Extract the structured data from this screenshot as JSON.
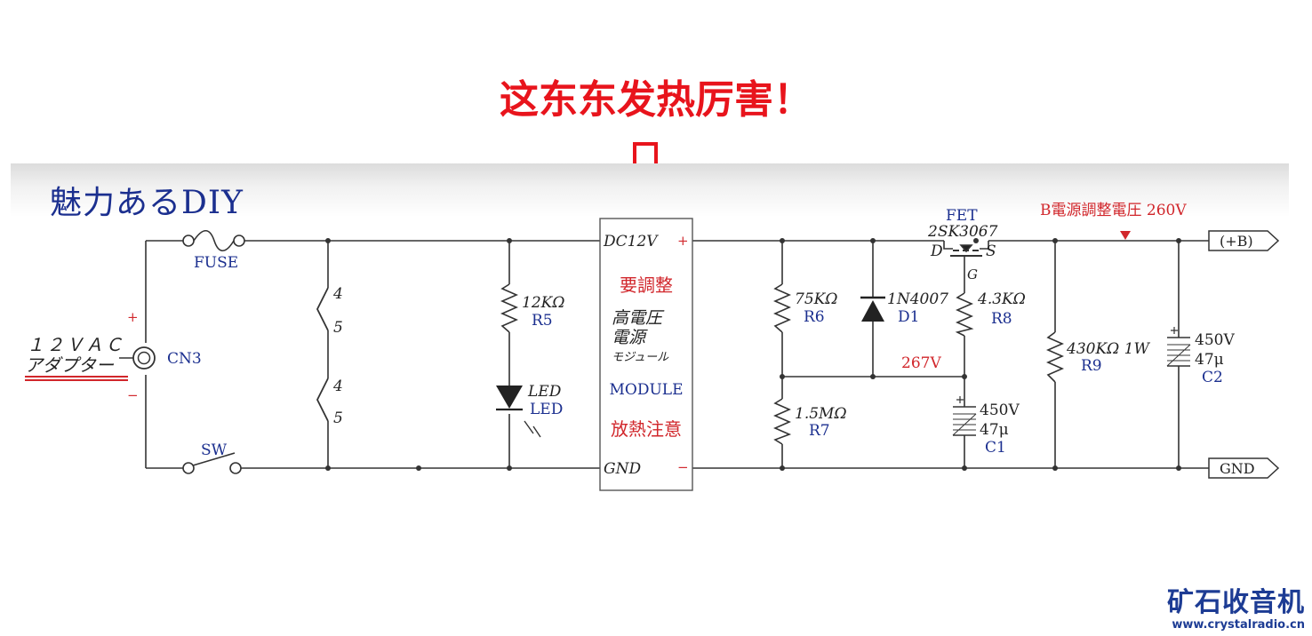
{
  "annotation": {
    "text": "这东东发热厉害！",
    "color": "#e8141c"
  },
  "diagram": {
    "title": "魅力あるDIY",
    "input": {
      "line1": "１２ＶＡＣ",
      "line2": "アダプター",
      "connector": "CN3",
      "plus": "+",
      "minus": "−"
    },
    "fuse": "FUSE",
    "switch": "SW",
    "thermal": {
      "a": "4",
      "b": "5",
      "c": "4",
      "d": "5"
    },
    "r5": {
      "value": "12KΩ",
      "ref": "R5"
    },
    "led": {
      "value": "LED",
      "ref": "LED"
    },
    "module": {
      "in": "DC12V",
      "gnd": "GND",
      "plus": "+",
      "minus": "−",
      "note1": "要調整",
      "line1": "高電圧",
      "line2": "電源",
      "line3": "モジュール",
      "name": "MODULE",
      "note2": "放熱注意"
    },
    "r6": {
      "value": "75KΩ",
      "ref": "R6"
    },
    "r7": {
      "value": "1.5MΩ",
      "ref": "R7"
    },
    "d1": {
      "value": "1N4007",
      "ref": "D1"
    },
    "fet": {
      "label": "FET",
      "part": "2SK3067",
      "d": "D",
      "s": "S",
      "g": "G"
    },
    "r8": {
      "value": "4.3KΩ",
      "ref": "R8"
    },
    "c1": {
      "voltage": "450V",
      "cap": "47μ",
      "ref": "C1"
    },
    "node_voltage": "267V",
    "b_supply": "B電源調整電圧 260V",
    "r9": {
      "value": "430KΩ 1W",
      "ref": "R9"
    },
    "c2": {
      "voltage": "450V",
      "cap": "47μ",
      "ref": "C2"
    },
    "out_b": "(+B)",
    "out_gnd": "GND",
    "colors": {
      "wire": "#333333",
      "label_blue": "#1b2f8f",
      "label_red": "#d1262b"
    }
  },
  "brand": {
    "name": "矿石收音机",
    "url": "www.crystalradio.cn"
  }
}
